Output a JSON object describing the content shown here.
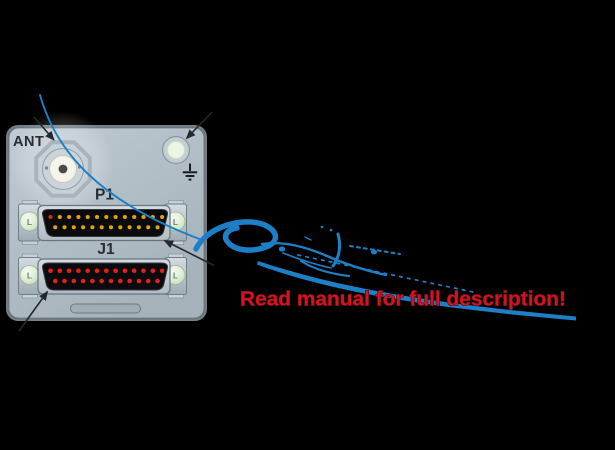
{
  "diagram": {
    "title": "rear-panel-connector-diagram",
    "panel": {
      "ant_label": "ANT",
      "latch_label": "L",
      "connectors": {
        "p1": {
          "label": "P1",
          "rows": [
            {
              "count": 13,
              "color": "#e2a400",
              "first_pin_color": "#d42a20"
            },
            {
              "count": 12,
              "color": "#e2a400"
            }
          ]
        },
        "j1": {
          "label": "J1",
          "rows": [
            {
              "count": 13,
              "color": "#e41f1f"
            },
            {
              "count": 12,
              "color": "#e41f1f"
            }
          ]
        }
      }
    },
    "caption": {
      "text": "Read manual for full description!",
      "color": "#d5121e"
    },
    "colors": {
      "background": "#000000",
      "panel_face": "#b3bfc7",
      "panel_edge": "#6a757e",
      "connector_face": "#0b0b0d",
      "latch_green": "#d9ecd2",
      "sketch_blue": "#1d80c6",
      "caption_red": "#d5121e",
      "arrow_dark": "#23282d",
      "pin_amber": "#e2a400",
      "pin_red": "#e41f1f"
    }
  }
}
